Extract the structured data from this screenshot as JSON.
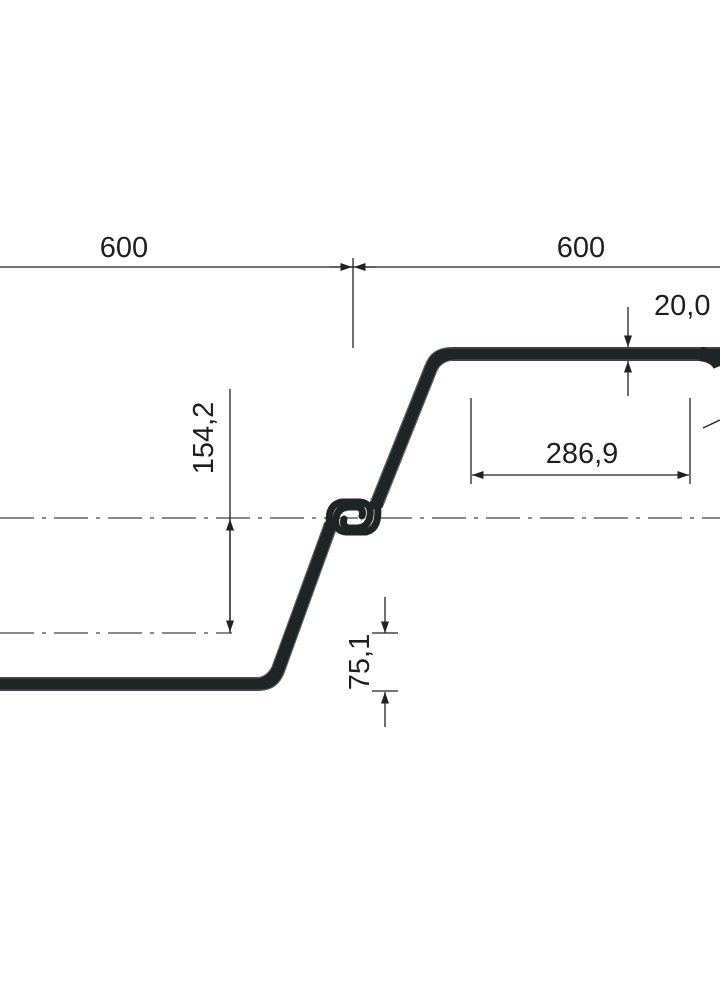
{
  "dimensions": {
    "width_left": "600",
    "width_right": "600",
    "flange_thickness": "20,0",
    "height_upper": "154,2",
    "flange_width": "286,9",
    "height_lower": "75,1"
  }
}
